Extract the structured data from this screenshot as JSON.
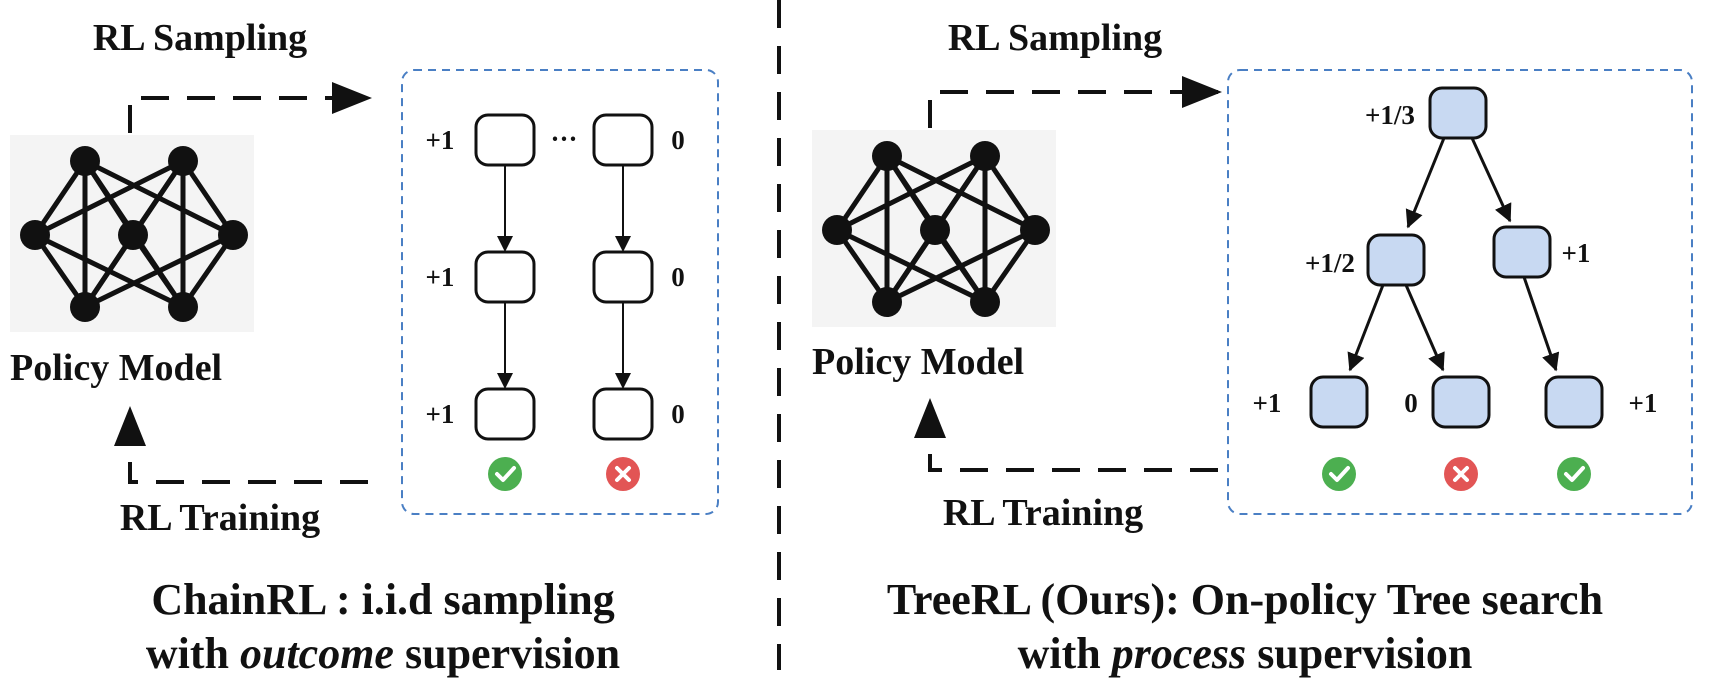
{
  "left": {
    "sampling_label": "RL Sampling",
    "training_label": "RL Training",
    "policy_label": "Policy Model",
    "ellipsis": "···",
    "chain_good": [
      "+1",
      "+1",
      "+1"
    ],
    "chain_bad": [
      "0",
      "0",
      "0"
    ],
    "caption_line1": "ChainRL : i.i.d sampling",
    "caption_line2_pre": "with ",
    "caption_line2_em": "outcome",
    "caption_line2_post": " supervision"
  },
  "right": {
    "sampling_label": "RL Sampling",
    "training_label": "RL Training",
    "policy_label": "Policy Model",
    "root_value": "+1/3",
    "mid_left_value": "+1/2",
    "mid_right_value": "+1",
    "leaf1_value": "+1",
    "leaf2_value": "0",
    "leaf3_value": "+1",
    "caption_line1": "TreeRL (Ours): On-policy Tree search",
    "caption_line2_pre": "with ",
    "caption_line2_em": "process",
    "caption_line2_post": " supervision"
  },
  "colors": {
    "correct": "#4caf50",
    "wrong": "#e25555",
    "tree_node_fill": "#c8d9f2",
    "box_border": "#4a7fc4"
  },
  "icons": {
    "correct": "check-circle-icon",
    "wrong": "x-circle-icon"
  }
}
